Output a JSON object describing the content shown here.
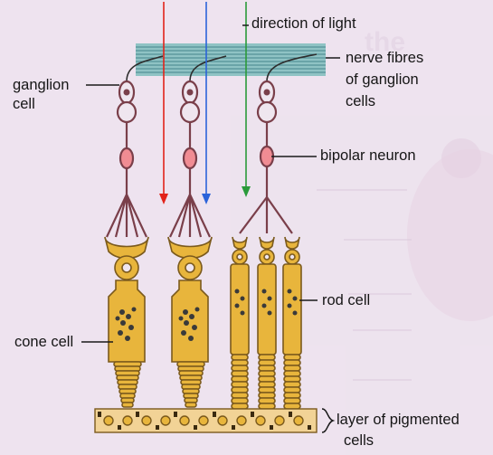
{
  "diagram": {
    "labels": {
      "direction_of_light": "direction of light",
      "nerve_fibres_line1": "nerve fibres",
      "nerve_fibres_line2": "of ganglion",
      "nerve_fibres_line3": "cells",
      "ganglion_line1": "ganglion",
      "ganglion_line2": "cell",
      "bipolar_neuron": "bipolar neuron",
      "rod_cell": "rod cell",
      "cone_cell": "cone cell",
      "pigment_line1": "layer of pigmented",
      "pigment_line2": "cells"
    },
    "light_arrows": [
      {
        "color": "#e2231a"
      },
      {
        "color": "#2b63d9"
      },
      {
        "color": "#2a9a3a"
      }
    ],
    "colors": {
      "background": "#ede3ee",
      "nerve_band": "#8fc3c4",
      "cell_body": "#e8b53c",
      "cell_outline": "#7b5a1d",
      "neuron_outline": "#7a3f4a",
      "bipolar_body": "#f08c93",
      "pigment_cells": "#f2d396"
    }
  }
}
